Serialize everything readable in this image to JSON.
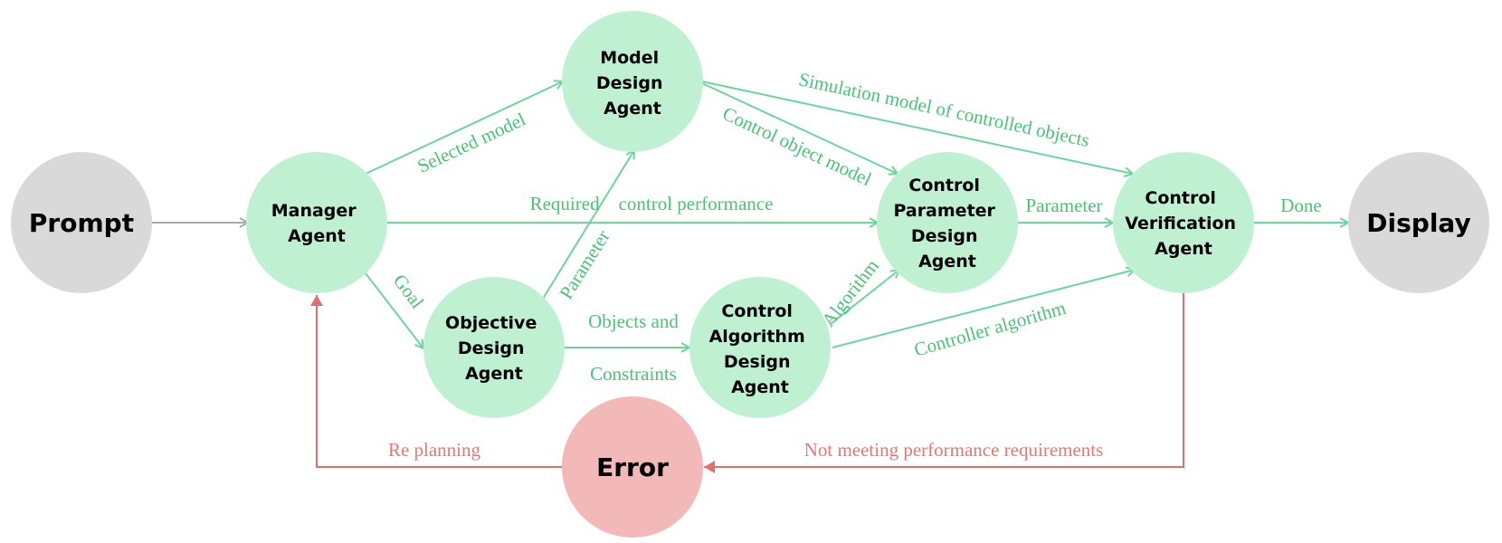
{
  "colors": {
    "agent_fill": "#c0f0d2",
    "terminal_fill": "#d9d9d9",
    "error_fill": "#f3b9b9",
    "green_line": "#6fd39a",
    "green_text": "#4cc079",
    "red_line": "#e07070",
    "gray_line": "#a8a8a8"
  },
  "nodes": {
    "prompt": [
      "Prompt"
    ],
    "manager": [
      "Manager",
      "Agent"
    ],
    "model": [
      "Model",
      "Design",
      "Agent"
    ],
    "objective": [
      "Objective",
      "Design",
      "Agent"
    ],
    "algorithm": [
      "Control",
      "Algorithm",
      "Design",
      "Agent"
    ],
    "parameter": [
      "Control",
      "Parameter",
      "Design",
      "Agent"
    ],
    "verification": [
      "Control",
      "Verification",
      "Agent"
    ],
    "display": [
      "Display"
    ],
    "error": [
      "Error"
    ]
  },
  "edge_labels": {
    "selected_model": "Selected model",
    "required_control_performance": "Required    control performance",
    "goal": "Goal",
    "parameter_vertical": "Parameter",
    "control_object_model": "Control object model",
    "simulation_model": "Simulation model of controlled objects",
    "parameter_horizontal": "Parameter",
    "done": "Done",
    "objects_and": "Objects and",
    "constraints": "Constraints",
    "algorithm": "Algorithm",
    "controller_algorithm": "Controller algorithm",
    "not_meeting": "Not meeting performance requirements",
    "re_planning": "Re planning"
  }
}
